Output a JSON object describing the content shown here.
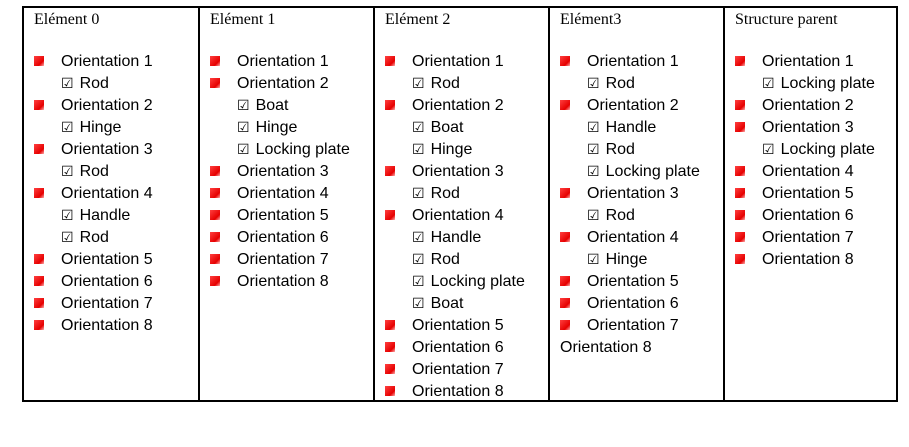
{
  "columns": [
    {
      "header": "Elément 0",
      "items": [
        {
          "kind": "orientation",
          "label": "Orientation 1"
        },
        {
          "kind": "sub",
          "label": "Rod"
        },
        {
          "kind": "orientation",
          "label": "Orientation 2"
        },
        {
          "kind": "sub",
          "label": "Hinge"
        },
        {
          "kind": "orientation",
          "label": "Orientation 3"
        },
        {
          "kind": "sub",
          "label": "Rod"
        },
        {
          "kind": "orientation",
          "label": "Orientation 4"
        },
        {
          "kind": "sub",
          "label": "Handle"
        },
        {
          "kind": "sub",
          "label": "Rod"
        },
        {
          "kind": "orientation",
          "label": "Orientation 5"
        },
        {
          "kind": "orientation",
          "label": "Orientation 6"
        },
        {
          "kind": "orientation",
          "label": "Orientation 7"
        },
        {
          "kind": "orientation",
          "label": "Orientation 8"
        }
      ]
    },
    {
      "header": "Elément 1",
      "items": [
        {
          "kind": "orientation",
          "label": "Orientation 1"
        },
        {
          "kind": "orientation",
          "label": "Orientation 2"
        },
        {
          "kind": "sub",
          "label": "Boat"
        },
        {
          "kind": "sub",
          "label": "Hinge"
        },
        {
          "kind": "sub",
          "label": "Locking plate"
        },
        {
          "kind": "orientation",
          "label": "Orientation 3"
        },
        {
          "kind": "orientation",
          "label": "Orientation 4"
        },
        {
          "kind": "orientation",
          "label": "Orientation 5"
        },
        {
          "kind": "orientation",
          "label": "Orientation 6"
        },
        {
          "kind": "orientation",
          "label": "Orientation 7"
        },
        {
          "kind": "orientation",
          "label": "Orientation 8"
        }
      ]
    },
    {
      "header": "Elément 2",
      "items": [
        {
          "kind": "orientation",
          "label": "Orientation 1"
        },
        {
          "kind": "sub",
          "label": "Rod"
        },
        {
          "kind": "orientation",
          "label": "Orientation 2"
        },
        {
          "kind": "sub",
          "label": "Boat"
        },
        {
          "kind": "sub",
          "label": "Hinge"
        },
        {
          "kind": "orientation",
          "label": "Orientation 3"
        },
        {
          "kind": "sub",
          "label": "Rod"
        },
        {
          "kind": "orientation",
          "label": "Orientation 4"
        },
        {
          "kind": "sub",
          "label": "Handle"
        },
        {
          "kind": "sub",
          "label": "Rod"
        },
        {
          "kind": "sub",
          "label": "Locking plate"
        },
        {
          "kind": "sub",
          "label": "Boat"
        },
        {
          "kind": "orientation",
          "label": "Orientation 5"
        },
        {
          "kind": "orientation",
          "label": "Orientation 6"
        },
        {
          "kind": "orientation",
          "label": "Orientation 7"
        },
        {
          "kind": "orientation",
          "label": "Orientation 8"
        }
      ]
    },
    {
      "header": "Elément3",
      "items": [
        {
          "kind": "orientation",
          "label": "Orientation 1"
        },
        {
          "kind": "sub",
          "label": "Rod"
        },
        {
          "kind": "orientation",
          "label": "Orientation 2"
        },
        {
          "kind": "sub",
          "label": "Handle"
        },
        {
          "kind": "sub",
          "label": "Rod"
        },
        {
          "kind": "sub",
          "label": "Locking plate"
        },
        {
          "kind": "orientation",
          "label": "Orientation 3"
        },
        {
          "kind": "sub",
          "label": "Rod"
        },
        {
          "kind": "orientation",
          "label": "Orientation 4"
        },
        {
          "kind": "sub",
          "label": "Hinge"
        },
        {
          "kind": "orientation",
          "label": "Orientation 5"
        },
        {
          "kind": "orientation",
          "label": "Orientation 6"
        },
        {
          "kind": "orientation",
          "label": "Orientation 7"
        },
        {
          "kind": "plain",
          "label": "Orientation 8"
        }
      ]
    },
    {
      "header": "Structure parent",
      "items": [
        {
          "kind": "orientation",
          "label": "Orientation 1"
        },
        {
          "kind": "sub",
          "label": "Locking plate"
        },
        {
          "kind": "orientation",
          "label": "Orientation 2"
        },
        {
          "kind": "orientation",
          "label": "Orientation 3"
        },
        {
          "kind": "sub",
          "label": "Locking plate"
        },
        {
          "kind": "orientation",
          "label": "Orientation 4"
        },
        {
          "kind": "orientation",
          "label": "Orientation 5"
        },
        {
          "kind": "orientation",
          "label": "Orientation 6"
        },
        {
          "kind": "orientation",
          "label": "Orientation 7"
        },
        {
          "kind": "orientation",
          "label": "Orientation 8"
        }
      ]
    }
  ],
  "checkbox_glyph": "☑",
  "bullet_color": "#e60000"
}
